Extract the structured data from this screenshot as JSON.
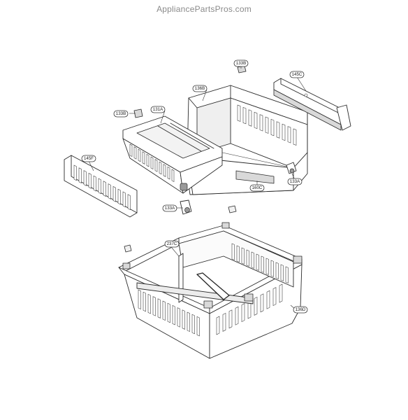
{
  "watermark": "AppliancePartsPros.com",
  "parts": {
    "p133B_top": "133B",
    "p145C": "145C",
    "p136B": "136B",
    "p133B_left": "133B",
    "p131A": "131A",
    "p145F": "145F",
    "p133A_right": "133A",
    "p160C": "160C",
    "p133A_bottom": "133A",
    "p237C": "237C",
    "p136D": "136D"
  }
}
